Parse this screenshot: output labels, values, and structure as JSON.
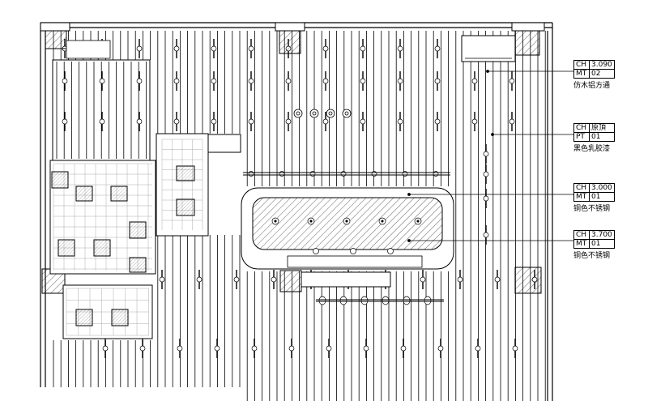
{
  "annotations": [
    {
      "ch": "3.090",
      "code": "MT",
      "num": "02",
      "desc": "仿木铝方通"
    },
    {
      "ch": "原頂",
      "code": "PT",
      "num": "01",
      "desc": "黑色乳胶漆"
    },
    {
      "ch": "3.000",
      "code": "MT",
      "num": "01",
      "desc": "铜色不锈钢"
    },
    {
      "ch": "3.700",
      "code": "MT",
      "num": "01",
      "desc": "铜色不锈钢"
    }
  ],
  "labels": {
    "ch": "CH"
  }
}
